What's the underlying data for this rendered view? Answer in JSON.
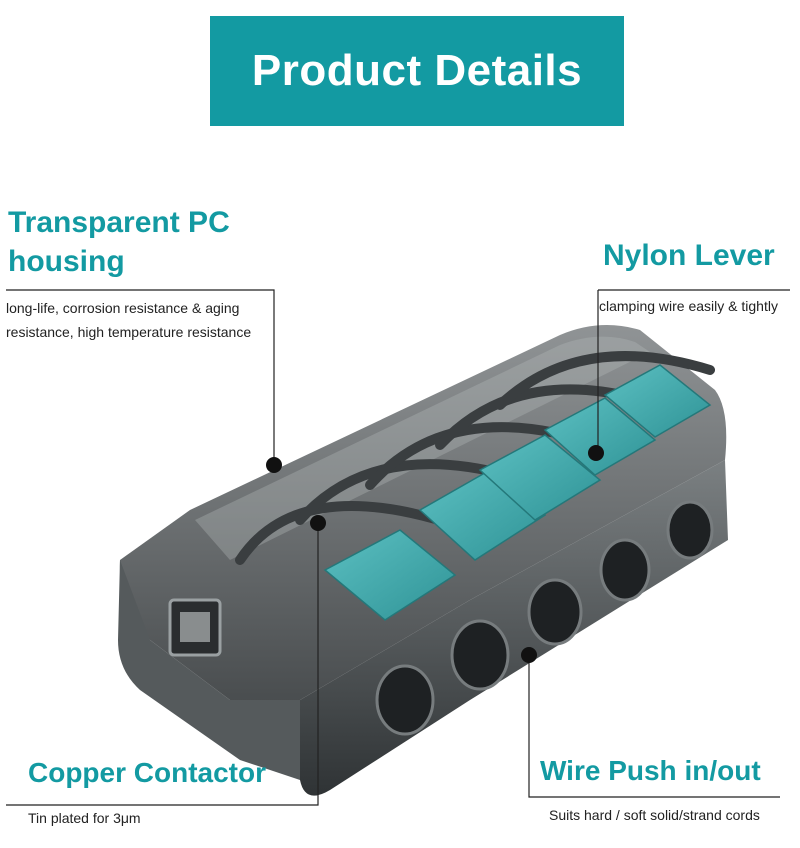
{
  "banner": {
    "title": "Product Details",
    "color": "#139aa2"
  },
  "callouts": {
    "housing": {
      "title_line1": "Transparent PC",
      "title_line2": "housing",
      "desc_line1": "long-life, corrosion resistance & aging",
      "desc_line2": "resistance, high temperature resistance"
    },
    "lever": {
      "title": "Nylon Lever",
      "desc": "clamping wire easily & tightly"
    },
    "contactor": {
      "title": "Copper Contactor",
      "desc": "Tin plated for  3μm"
    },
    "wire": {
      "title": "Wire Push in/out",
      "desc": "Suits hard / soft solid/strand cords"
    }
  },
  "colors": {
    "accent": "#139aa2",
    "lever": "#3fa8aa",
    "housing": "#5d6163"
  }
}
